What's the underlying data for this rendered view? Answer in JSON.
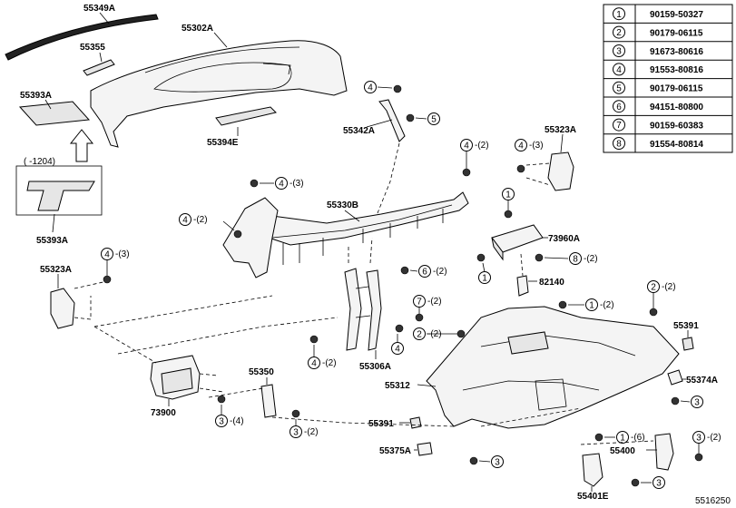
{
  "diagram_code": "5516250",
  "legend": [
    {
      "num": "1",
      "part": "90159-50327"
    },
    {
      "num": "2",
      "part": "90179-06115"
    },
    {
      "num": "3",
      "part": "91673-80616"
    },
    {
      "num": "4",
      "part": "91553-80816"
    },
    {
      "num": "5",
      "part": "90179-06115"
    },
    {
      "num": "6",
      "part": "94151-80800"
    },
    {
      "num": "7",
      "part": "90159-60383"
    },
    {
      "num": "8",
      "part": "91554-80814"
    }
  ],
  "labels": {
    "p55349A": "55349A",
    "p55302A": "55302A",
    "p55355": "55355",
    "p55393A_top": "55393A",
    "p55393A_bot": "55393A",
    "date_note": "(     -1204)",
    "p55394E": "55394E",
    "p55342A": "55342A",
    "p55323A_right": "55323A",
    "p55323A_left": "55323A",
    "p55330B": "55330B",
    "p73960A": "73960A",
    "p82140": "82140",
    "p55306A": "55306A",
    "p73900": "73900",
    "p55350": "55350",
    "p55312": "55312",
    "p55391_right": "55391",
    "p55391_left": "55391",
    "p55374A": "55374A",
    "p55375A": "55375A",
    "p55400": "55400",
    "p55401E": "55401E"
  },
  "qty": {
    "q4_3_a": "-(3)",
    "q4_2_a": "-(2)",
    "q4_2_b": "-(2)",
    "q4_3_b": "-(3)",
    "q4_3_c": "-(3)",
    "q8_2": "-(2)",
    "q6_2": "-(2)",
    "q7_2": "-(2)",
    "q2_2_a": "-(2)",
    "q1_2": "-(2)",
    "q2_2_b": "-(2)",
    "q4_2_c": "-(2)",
    "q3_4": "-(4)",
    "q3_2_a": "-(2)",
    "q1_6": "-(6)",
    "q3_2_b": "-(2)"
  }
}
